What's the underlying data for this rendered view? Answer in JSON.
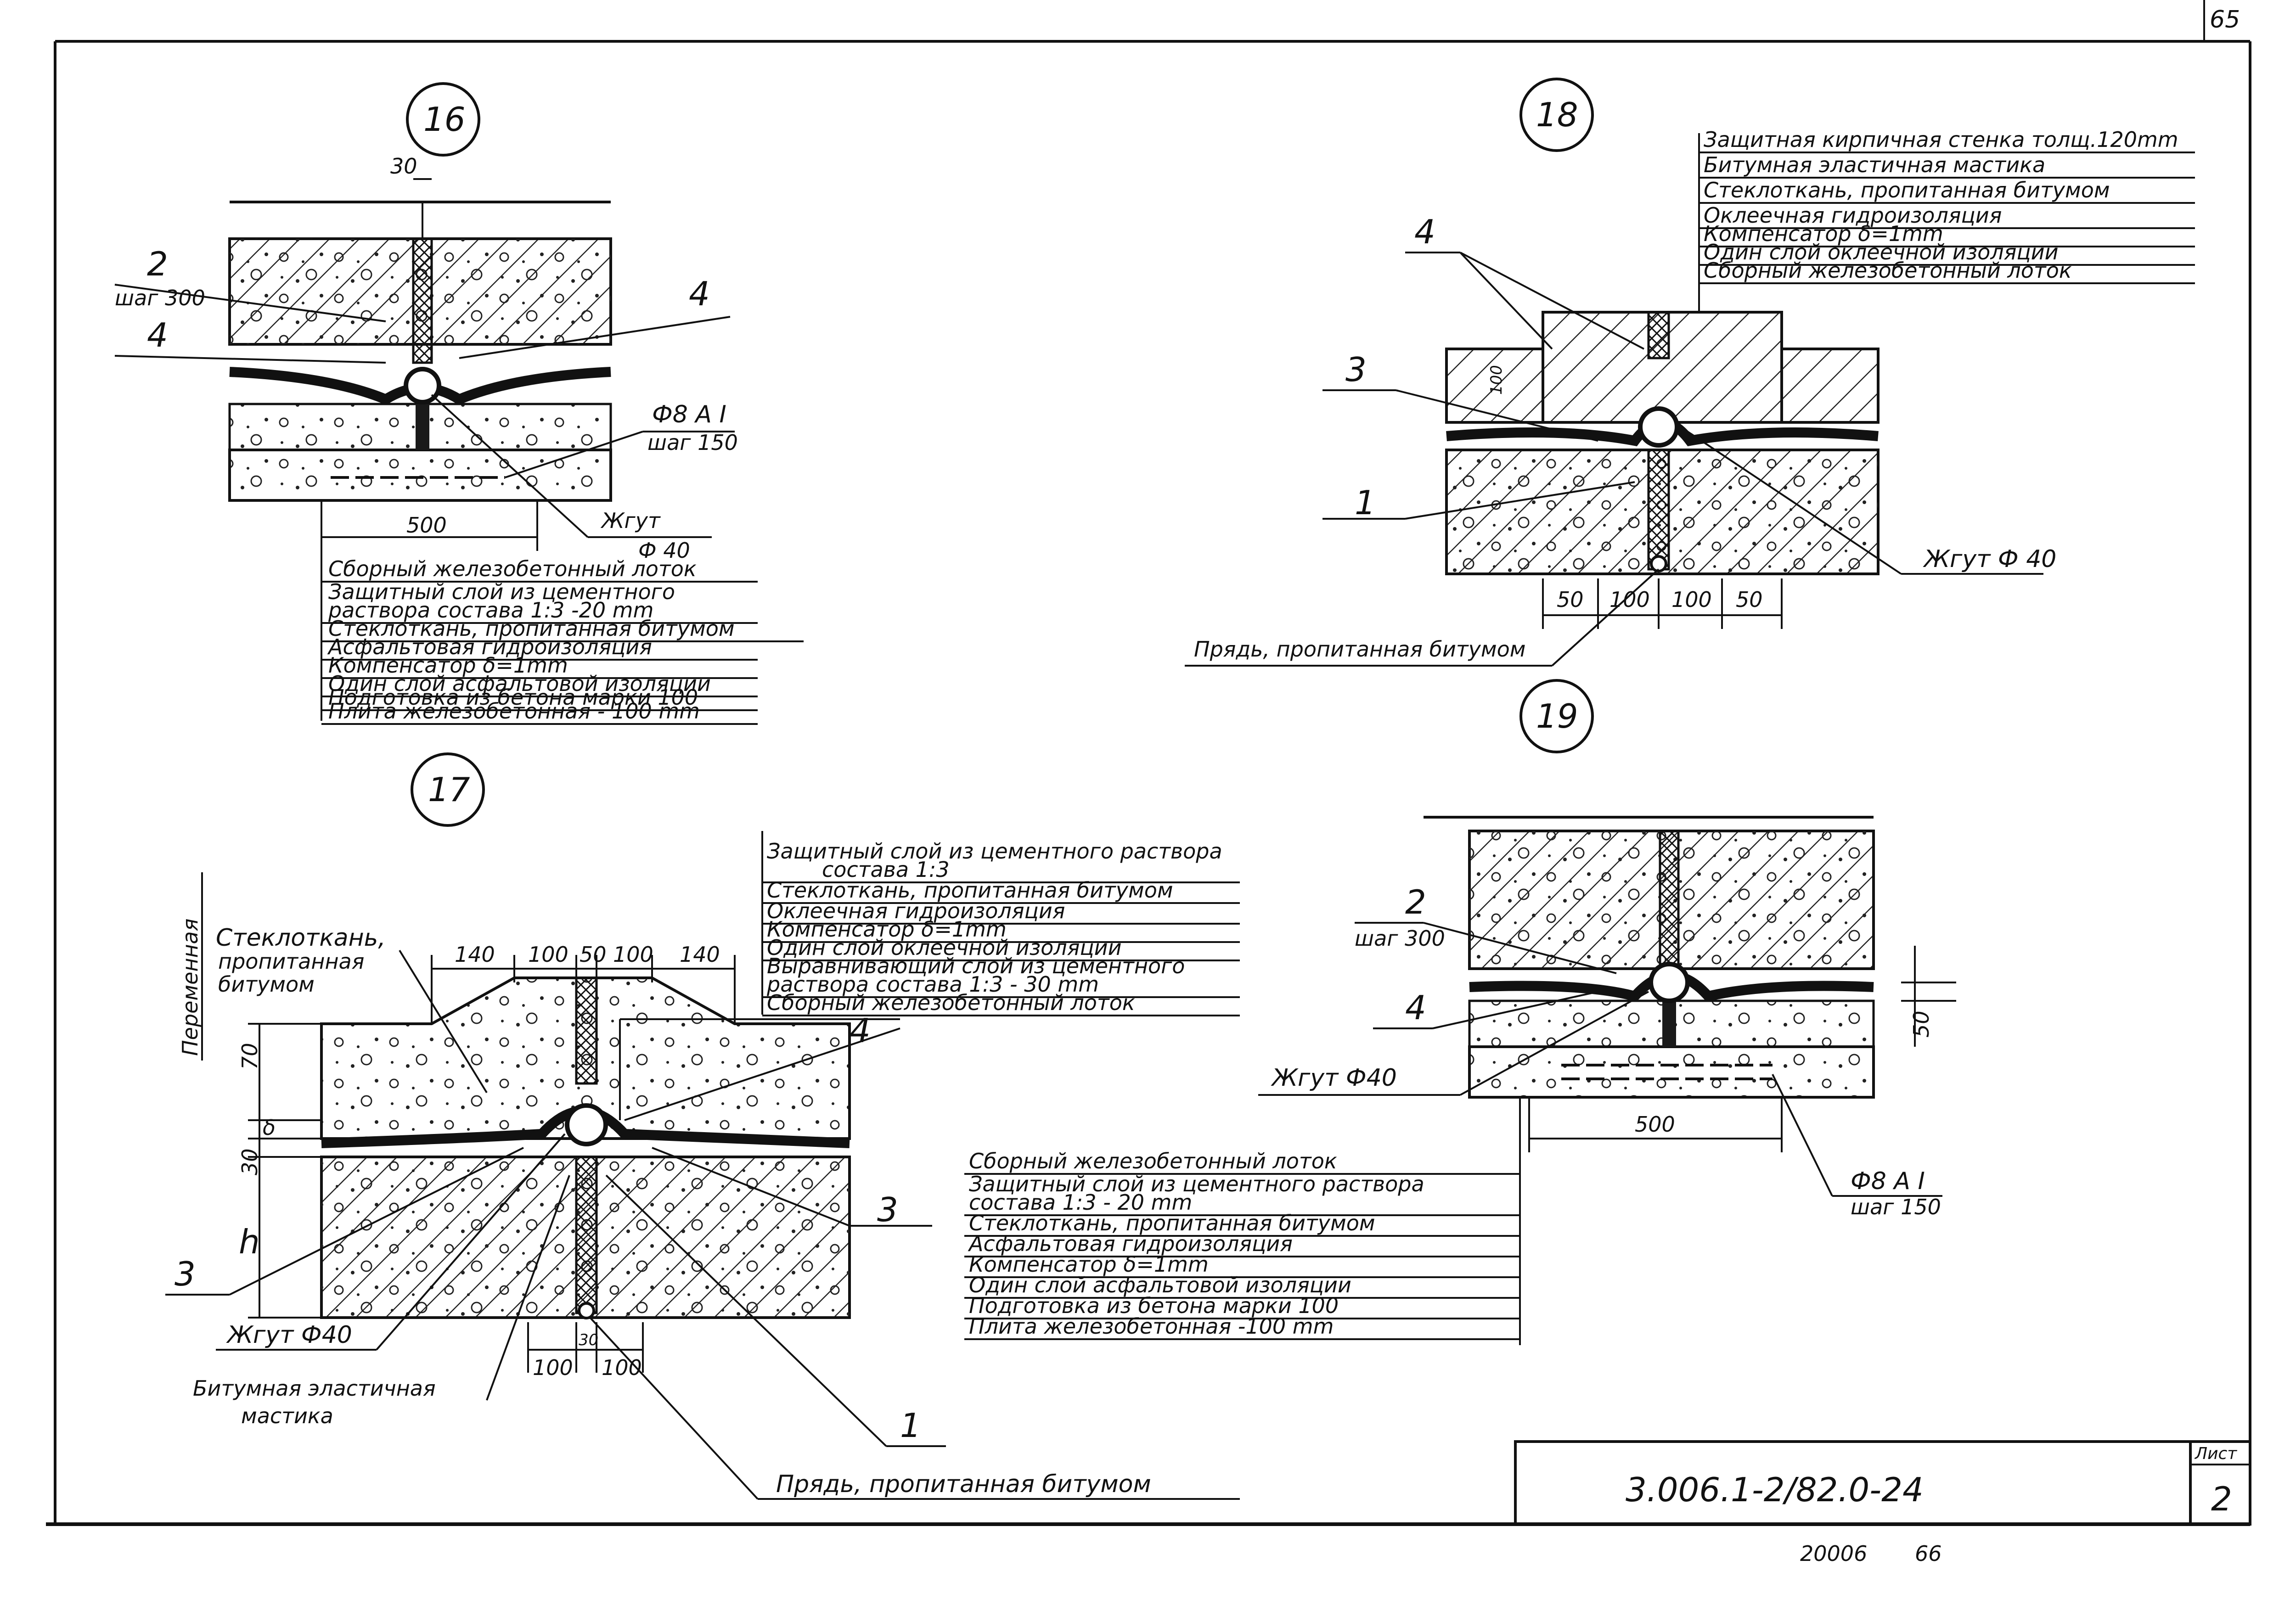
{
  "sheet": {
    "corner_number": "65",
    "stamp_label": "Лист",
    "document_code": "3.006.1-2/82.0-24",
    "sheet_number": "2",
    "footer_order": "20006",
    "footer_page": "66"
  },
  "detail16": {
    "number": "16",
    "dims": {
      "top_gap": "30",
      "bottom": "500"
    },
    "callouts": {
      "c2": "2",
      "c2_step": "шаг 300",
      "c4_left": "4",
      "c4_right": "4",
      "rebar": "Ф8 А I",
      "rebar_step": "шаг 150",
      "cord": "Жгут",
      "cord_dia": "Ф 40"
    },
    "layers": [
      "Сборный железобетонный лоток",
      "Защитный слой из цементного",
      "раствора состава 1:3 -20 mm",
      "Стеклоткань, пропитанная битумом",
      "Асфальтовая гидроизоляция",
      "Компенсатор δ=1mm",
      "Один слой асфальтовой изоляции",
      "Подготовка из бетона марки 100",
      "Плита железобетонная - 100 mm"
    ]
  },
  "detail18": {
    "number": "18",
    "callouts": {
      "c4": "4",
      "c3": "3",
      "c1": "1",
      "cord": "Жгут Ф 40",
      "small_dim": "100"
    },
    "dims": [
      "50",
      "100",
      "100",
      "50"
    ],
    "strand": "Прядь, пропитанная битумом",
    "layers": [
      "Защитная кирпичная стенка толщ.120mm",
      "Битумная эластичная мастика",
      "Стеклоткань, пропитанная битумом",
      "Оклеечная гидроизоляция",
      "Компенсатор δ=1mm",
      "Один слой оклеечной изоляции",
      "Сборный железобетонный лоток"
    ]
  },
  "detail17": {
    "number": "17",
    "side_label": "Переменная",
    "glass_label": [
      "Стеклоткань,",
      "пропитанная",
      "битумом"
    ],
    "top_dims": [
      "140",
      "100",
      "50",
      "100",
      "140"
    ],
    "left_dims": {
      "d70": "70",
      "d30": "30",
      "delta": "δ",
      "h": "h"
    },
    "bottom_dims": {
      "left": "100",
      "mid": "30",
      "right": "100"
    },
    "callouts": {
      "c4": "4",
      "c3_left": "3",
      "c3_right": "3",
      "c1": "1",
      "cord": "Жгут Ф40",
      "mastic": [
        "Битумная эластичная",
        "мастика"
      ],
      "strand": "Прядь, пропитанная битумом"
    },
    "layers": [
      "Защитный слой из цементного раствора",
      "состава 1:3",
      "Стеклоткань, пропитанная битумом",
      "Оклеечная гидроизоляция",
      "Компенсатор δ=1mm",
      "Один слой оклеечной изоляции",
      "Выравнивающий слой из цементного",
      "раствора состава 1:3 - 30 mm",
      "Сборный железобетонный лоток"
    ]
  },
  "detail19": {
    "number": "19",
    "callouts": {
      "c2": "2",
      "c2_step": "шаг 300",
      "c4": "4",
      "cord": "Жгут Ф40",
      "dim50": "50",
      "bottom": "500",
      "rebar": "Ф8 А I",
      "rebar_step": "шаг 150"
    },
    "layers": [
      "Сборный железобетонный лоток",
      "Защитный слой из цементного раствора",
      "состава 1:3 - 20 mm",
      "Стеклоткань, пропитанная битумом",
      "Асфальтовая гидроизоляция",
      "Компенсатор δ=1mm",
      "Один слой асфальтовой изоляции",
      "Подготовка из бетона марки 100",
      "Плита железобетонная -100 mm"
    ]
  }
}
